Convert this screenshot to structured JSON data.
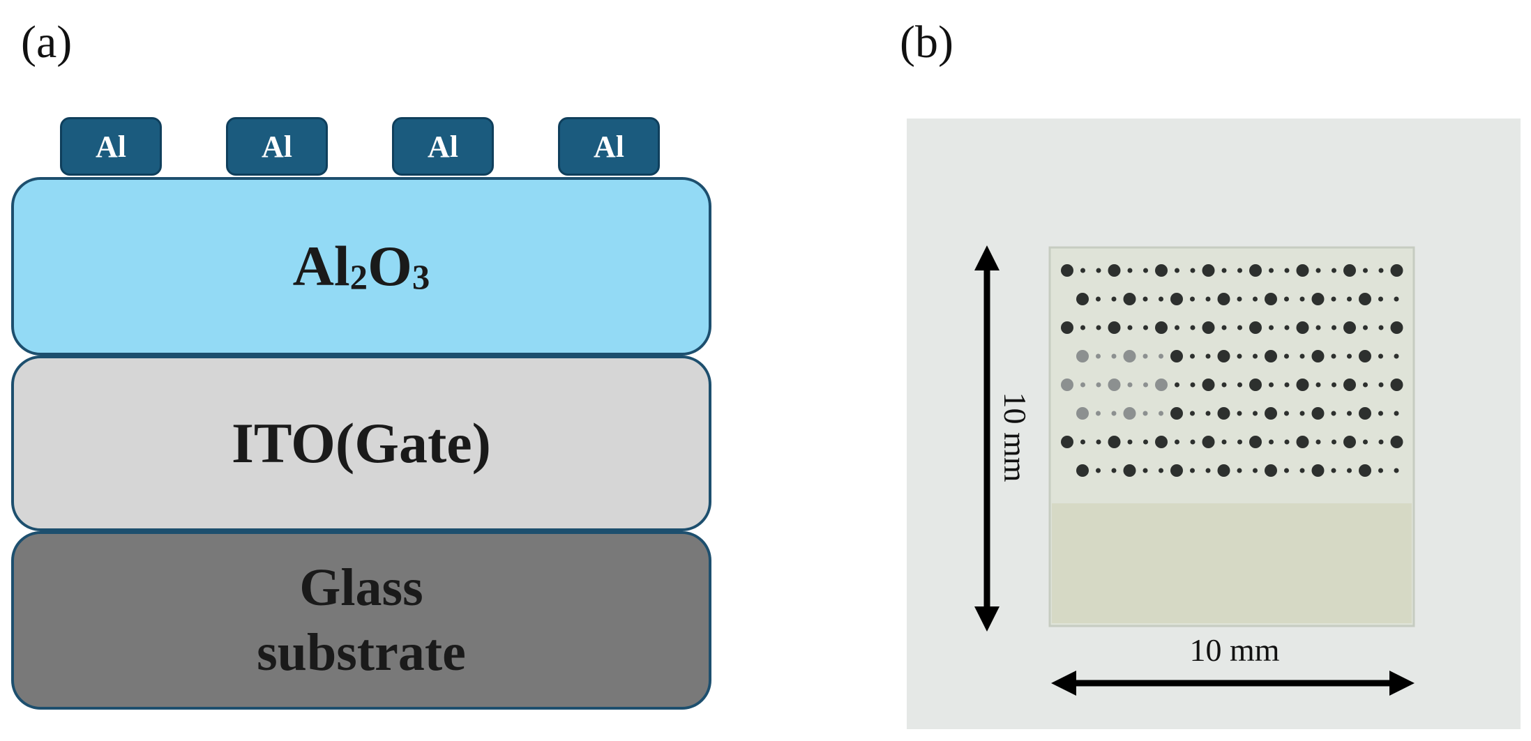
{
  "panels": {
    "a": {
      "label": "(a)"
    },
    "b": {
      "label": "(b)"
    }
  },
  "diagram": {
    "electrodes": [
      "Al",
      "Al",
      "Al",
      "Al"
    ],
    "layers": {
      "dielectric": {
        "main": "Al",
        "sub1": "2",
        "mid": "O",
        "sub2": "3",
        "color": "#93daf5"
      },
      "gate": {
        "text": "ITO(Gate)",
        "color": "#d6d6d6"
      },
      "substrate": {
        "line1": "Glass",
        "line2": "substrate",
        "color": "#797979"
      }
    },
    "electrode_color": "#1b5b7e"
  },
  "photo": {
    "vertical_dimension": "10 mm",
    "horizontal_dimension": "10 mm",
    "dot_rows": 8
  }
}
